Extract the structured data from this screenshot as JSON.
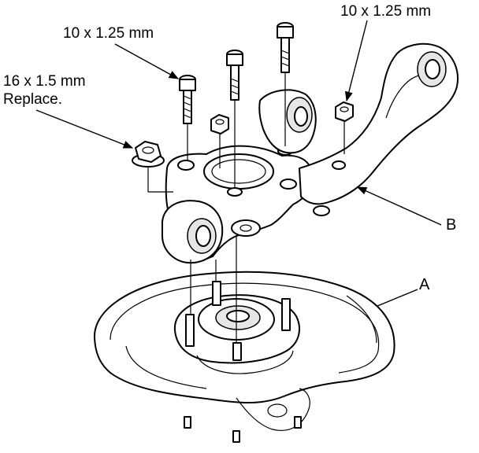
{
  "labels": {
    "bolt_top_right": "10 x 1.25 mm",
    "bolt_top_left": "10 x 1.25 mm",
    "nut_left_line1": "16 x 1.5 mm",
    "nut_left_line2": "Replace.",
    "callout_a": "A",
    "callout_b": "B"
  },
  "icons": {
    "arrow": "arrowhead-icon"
  }
}
